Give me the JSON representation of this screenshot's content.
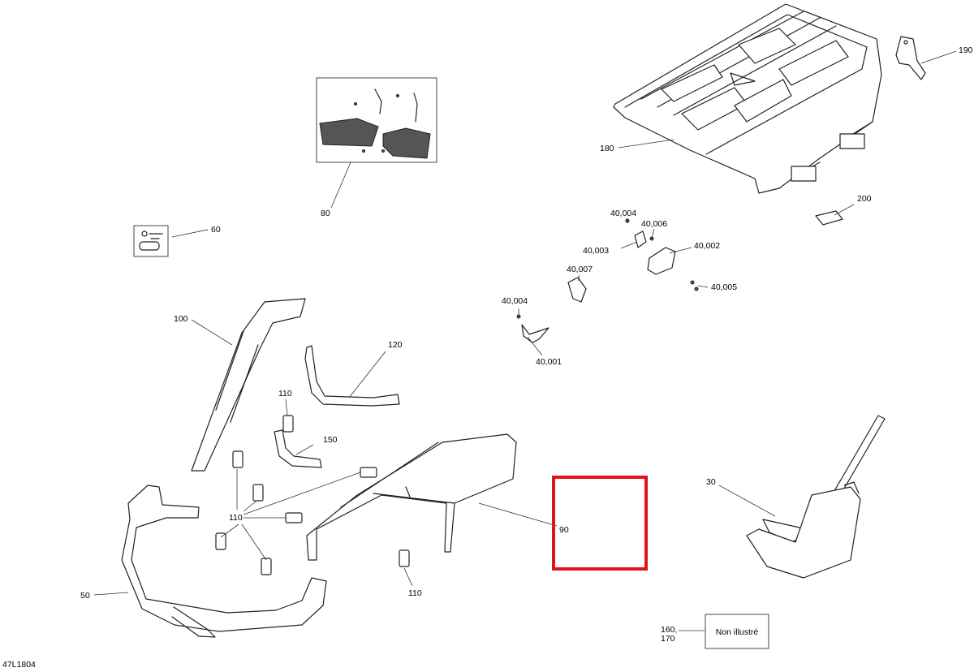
{
  "diagram_code": "47L1804",
  "callouts": {
    "c30": "30",
    "c40001": "40,001",
    "c40002": "40,002",
    "c40003": "40,003",
    "c40004a": "40,004",
    "c40004b": "40,004",
    "c40005": "40,005",
    "c40006": "40,006",
    "c40007": "40,007",
    "c50": "50",
    "c60": "60",
    "c80": "80",
    "c90": "90",
    "c100": "100",
    "c110a": "110",
    "c110b": "110",
    "c110c": "110",
    "c120": "120",
    "c150": "150",
    "c160": "160,",
    "c170": "170",
    "c180": "180",
    "c190": "190",
    "c200": "200"
  },
  "note_box": {
    "text": "Non illustré"
  },
  "highlight": {
    "color": "#e0141b",
    "target": "90"
  }
}
